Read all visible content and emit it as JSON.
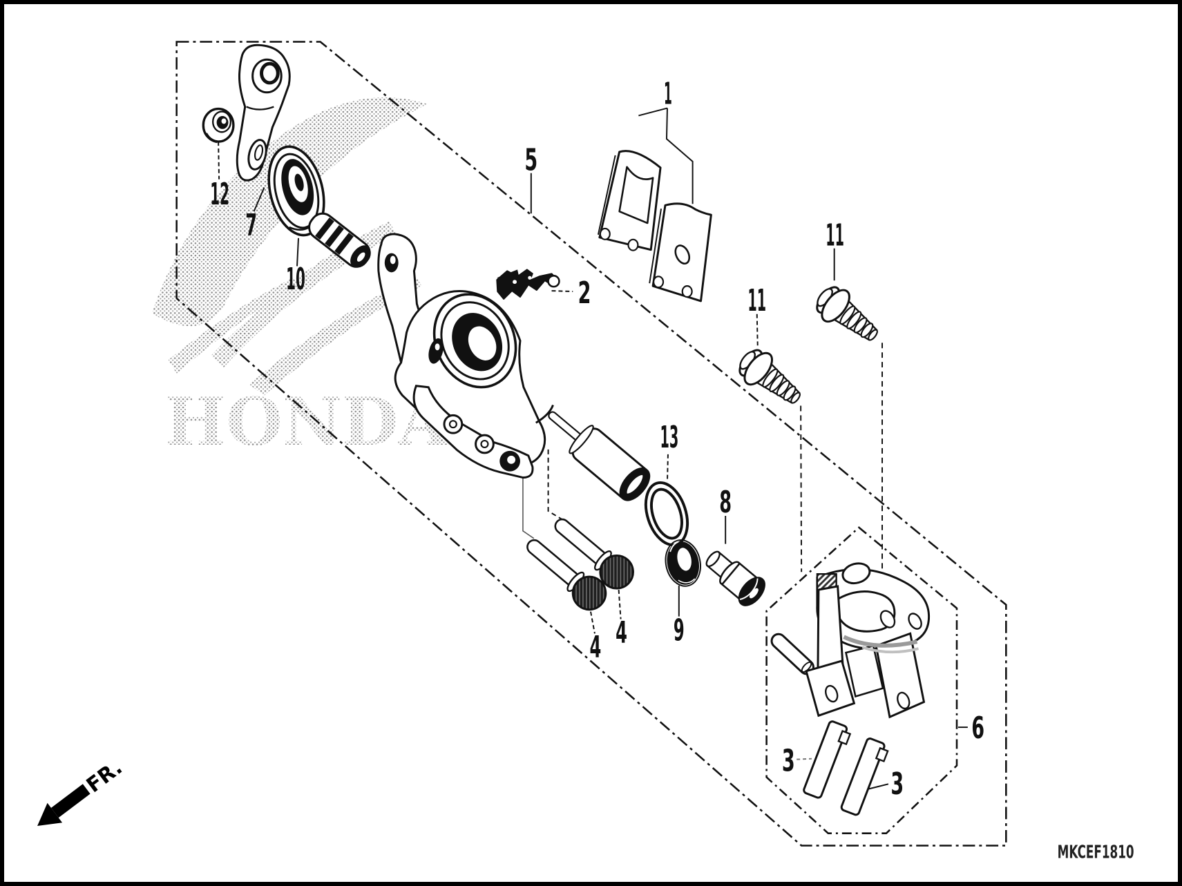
{
  "diagram": {
    "code": "MKCEF1810",
    "direction_indicator": "FR.",
    "watermark_text": "HONDA",
    "colors": {
      "line": "#111111",
      "watermark_dot": "#8c8c8c",
      "background": "#ffffff"
    },
    "callouts": [
      {
        "label": "1"
      },
      {
        "label": "2"
      },
      {
        "label": "3"
      },
      {
        "label": "3"
      },
      {
        "label": "4"
      },
      {
        "label": "4"
      },
      {
        "label": "5"
      },
      {
        "label": "6"
      },
      {
        "label": "7"
      },
      {
        "label": "8"
      },
      {
        "label": "9"
      },
      {
        "label": "10"
      },
      {
        "label": "11"
      },
      {
        "label": "11"
      },
      {
        "label": "12"
      },
      {
        "label": "13"
      }
    ]
  }
}
